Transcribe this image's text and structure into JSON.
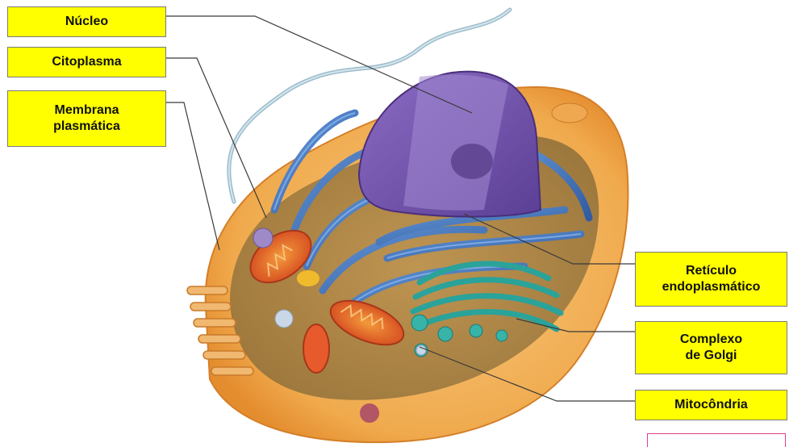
{
  "labels": {
    "nucleo": "Núcleo",
    "citoplasma": "Citoplasma",
    "membrana": "Membrana\nplasmática",
    "reticulo": "Retículo\nendoplasmático",
    "golgi": "Complexo\nde Golgi",
    "mitocondria": "Mitocôndria"
  },
  "colors": {
    "label_fill": "#ffff00",
    "cell_outer": "#f3b45e",
    "cell_inner": "#e9a24a",
    "nucleus": "#7a5bb0",
    "er": "#3f76c4",
    "golgi": "#2aa39a",
    "mitochondria": "#e0552a",
    "flagellum": "#a9c6d3"
  }
}
